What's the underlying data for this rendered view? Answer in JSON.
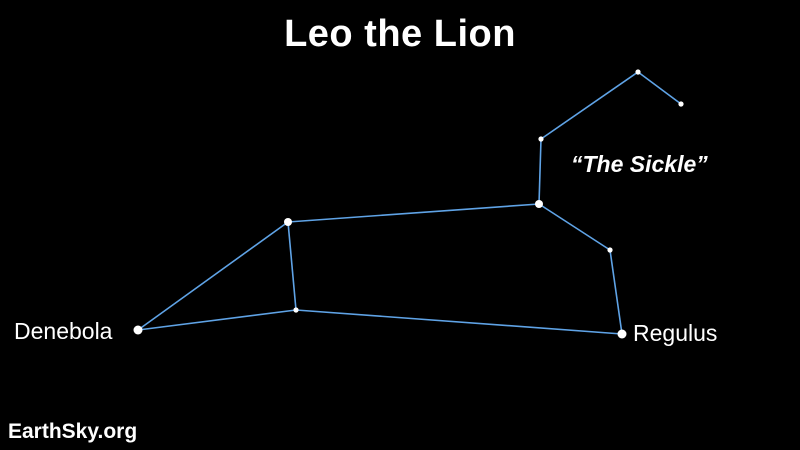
{
  "title": "Leo the Lion",
  "asterism_label": "“The Sickle”",
  "credit": "EarthSky.org",
  "colors": {
    "background": "#000000",
    "line": "#5fa3e6",
    "star": "#ffffff",
    "text": "#ffffff"
  },
  "stars": [
    {
      "id": "denebola",
      "label": "Denebola",
      "magnitude": "bright"
    },
    {
      "id": "hip-lower",
      "label": "",
      "magnitude": "faint"
    },
    {
      "id": "hip-upper",
      "label": "",
      "magnitude": "medium"
    },
    {
      "id": "algieba",
      "label": "",
      "magnitude": "medium"
    },
    {
      "id": "sickle-neck",
      "label": "",
      "magnitude": "faint"
    },
    {
      "id": "sickle-top",
      "label": "",
      "magnitude": "faint"
    },
    {
      "id": "sickle-end",
      "label": "",
      "magnitude": "faint"
    },
    {
      "id": "chest",
      "label": "",
      "magnitude": "faint"
    },
    {
      "id": "regulus",
      "label": "Regulus",
      "magnitude": "bright"
    }
  ],
  "connections": [
    [
      "denebola",
      "hip-upper"
    ],
    [
      "denebola",
      "hip-lower"
    ],
    [
      "hip-upper",
      "hip-lower"
    ],
    [
      "hip-upper",
      "algieba"
    ],
    [
      "hip-lower",
      "regulus"
    ],
    [
      "algieba",
      "chest"
    ],
    [
      "chest",
      "regulus"
    ],
    [
      "algieba",
      "sickle-neck"
    ],
    [
      "sickle-neck",
      "sickle-top"
    ],
    [
      "sickle-top",
      "sickle-end"
    ]
  ]
}
